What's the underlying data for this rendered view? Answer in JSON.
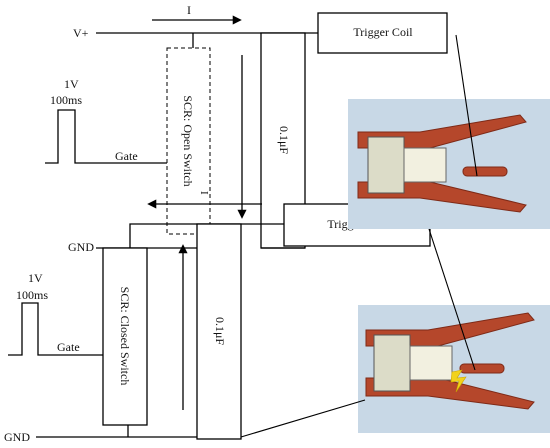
{
  "top_circuit": {
    "supply_label": "V+",
    "current_label": "I",
    "current_label_return": "I",
    "pulse_amplitude": "1V",
    "pulse_duration": "100ms",
    "gate_label": "Gate",
    "gnd_label": "GND",
    "scr_label": "SCR: Open Switch",
    "cap_label": "0.1μF",
    "coil_label": "Trigger Coil"
  },
  "bottom_circuit": {
    "pulse_amplitude": "1V",
    "pulse_duration": "100ms",
    "gate_label": "Gate",
    "gnd_label": "GND",
    "scr_label": "SCR: Closed Switch",
    "cap_label": "0.1μF",
    "coil_label": "Trigger Coil"
  },
  "colors": {
    "coil_brick": "#b5472b",
    "coil_brick_dark": "#7e2a17",
    "panel_bg": "#c8d8e6",
    "spark": "#f2d21b"
  }
}
